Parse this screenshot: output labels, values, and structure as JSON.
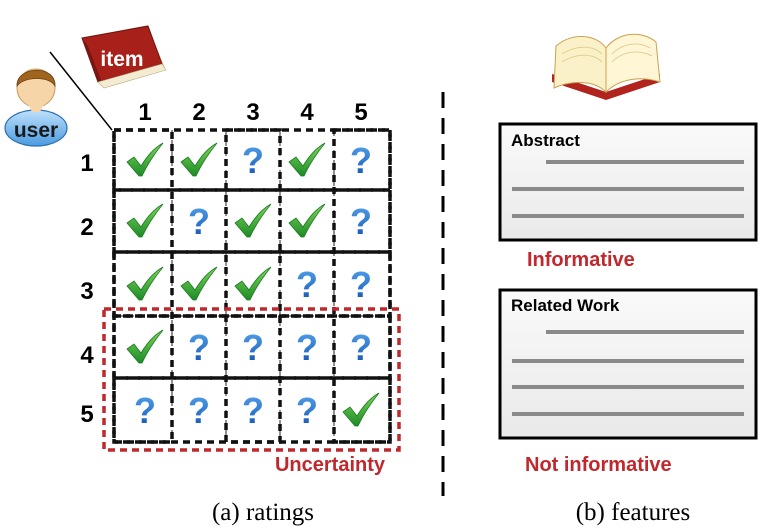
{
  "ratings_panel": {
    "item_label": "item",
    "user_label": "user",
    "column_labels": [
      "1",
      "2",
      "3",
      "4",
      "5"
    ],
    "row_labels": [
      "1",
      "2",
      "3",
      "4",
      "5"
    ],
    "matrix": [
      [
        "check",
        "check",
        "question",
        "check",
        "question"
      ],
      [
        "check",
        "question",
        "check",
        "check",
        "question"
      ],
      [
        "check",
        "check",
        "check",
        "question",
        "question"
      ],
      [
        "check",
        "question",
        "question",
        "question",
        "question"
      ],
      [
        "question",
        "question",
        "question",
        "question",
        "check"
      ]
    ],
    "uncertainty_label": "Uncertainty",
    "caption": "(a) ratings"
  },
  "features_panel": {
    "docs": [
      {
        "title": "Abstract",
        "verdict": "Informative"
      },
      {
        "title": "Related Work",
        "verdict": "Not informative"
      }
    ],
    "caption": "(b) features"
  },
  "colors": {
    "check": "#2fa832",
    "question": "#1f6fd1",
    "uncertainty": "#c0282d",
    "book_cover": "#a8201a",
    "user_avatar": "#6fb4ee"
  }
}
